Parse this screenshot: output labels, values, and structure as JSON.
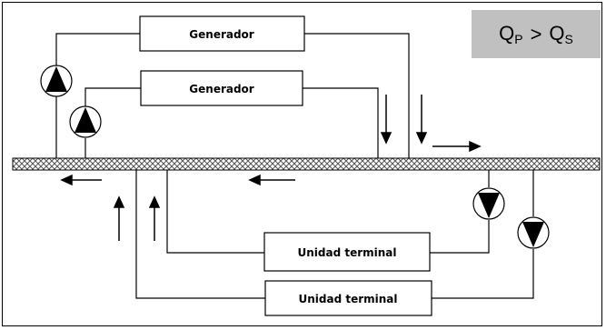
{
  "generators": [
    {
      "label": "Generador"
    },
    {
      "label": "Generador"
    }
  ],
  "terminals": [
    {
      "label": "Unidad terminal"
    },
    {
      "label": "Unidad terminal"
    }
  ],
  "relation": {
    "left_symbol": "Q",
    "left_subscript": "P",
    "operator": ">",
    "right_symbol": "Q",
    "right_subscript": "S"
  },
  "colors": {
    "badge_background": "#c0c0c0",
    "line": "#000000"
  },
  "icons": [
    "pump-up-icon",
    "pump-up-icon",
    "pump-down-icon",
    "pump-down-icon",
    "flow-arrow-icon"
  ]
}
